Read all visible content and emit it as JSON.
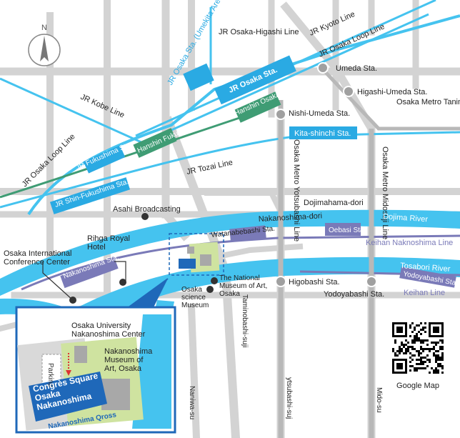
{
  "colors": {
    "background": "#ffffff",
    "road": "#d0d0d0",
    "river": "#45c3ef",
    "jr_line": "#45c3ef",
    "jr_station": "#2aaae3",
    "hanshin": "#3f9c74",
    "keihan": "#7a7ab8",
    "subway": "#b8b8b8",
    "venue_blue": "#1f68b9",
    "park_green": "#cfe3a0",
    "building_gray": "#a8a8a8"
  },
  "icons": {
    "north": "north-arrow-icon",
    "landmark": "dot-marker-icon",
    "qr": "qr-code-icon"
  },
  "compass": {
    "label": "N"
  },
  "lines": {
    "jr_osaka_higashi": "JR Osaka-Higashi Line",
    "jr_kyoto": "JR Kyoto Line",
    "jr_osaka_loop_ne": "JR Osaka Loop Line",
    "jr_kobe": "JR Kobe Line",
    "jr_osaka_loop_w": "JR Osaka Loop Line",
    "jr_tozai": "JR Tozai Line",
    "keihan_nakanoshima": "Keihan Naknoshima Line",
    "keihan": "Keihan Line",
    "osaka_metro_tanimachi": "Osaka Metro Tanimachi Line",
    "osaka_metro_yotsubashi": "Osaka Metro Yotsubashi Line",
    "osaka_metro_midosuji": "Osaka Metro Midosuji Line"
  },
  "stations": {
    "jr_osaka_umekita": "JR Osaka Sta. (Umekita Area)",
    "jr_osaka": "JR Osaka Sta.",
    "umeda": "Umeda Sta.",
    "higashi_umeda": "Higashi-Umeda Sta.",
    "hanshin_osaka_umeda": "Hanshin Osaka-Umeda Sta.",
    "nishi_umeda": "Nishi-Umeda Sta.",
    "kita_shinchi": "Kita-shinchi Sta.",
    "jr_fukushima": "JR Fukushima Sta.",
    "hanshin_fukushima": "Hanshin Fukushima Sta.",
    "jr_shin_fukushima": "JR Shin-Fukushima Sta.",
    "watanabebashi": "Watanabebashi Sta.",
    "oebashi": "Oebasi Sta.",
    "nakanoshima": "Nakanoshima Sta.",
    "higobashi": "Higobashi Sta.",
    "yodoyabashi_keihan": "Yodoyabashi Sta.",
    "yodoyabashi_metro": "Yodoyabashi Sta."
  },
  "streets": {
    "dojimahama_dori": "Dojimahama-dori",
    "nakanoshima_dori": "Nakanoshima-dori",
    "taminobashi_suji": "Taminobashi-suji",
    "naniwa_suji": "Naniwa-su",
    "yotsubashi_suji": "ytsubashi-suj",
    "mido_suji": "Mido-su"
  },
  "rivers": {
    "dojima": "Dojima River",
    "tosabori": "Tosabori River"
  },
  "landmarks": {
    "asahi": "Asahi Broadcasting",
    "rihga": "Rihga Royal Hotel",
    "oicc": "Osaka International Conference Center",
    "national_museum": "The National Museum of Art, Osaka",
    "science_museum": "Osaka science Museum"
  },
  "inset": {
    "university": "Osaka University Nakanoshima Center",
    "museum": "Nakanoshima Museum of Art, Osaka",
    "parking": "Parking",
    "venue": "Congrès Square Osaka Nakanoshima",
    "qross": "Nakanoshima Qross"
  },
  "qr": {
    "caption": "Google Map"
  }
}
